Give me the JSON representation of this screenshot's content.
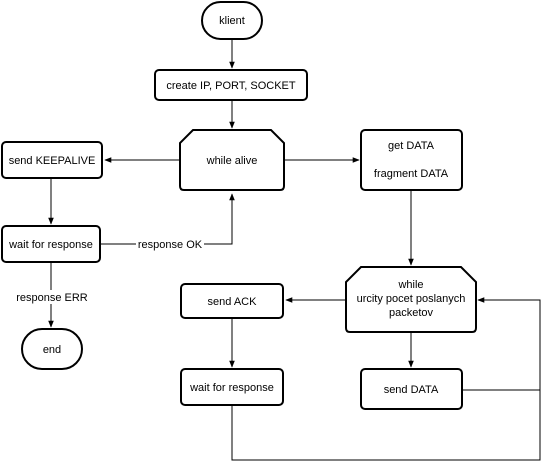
{
  "nodes": {
    "klient": "klient",
    "create_ip": "create IP, PORT, SOCKET",
    "while_alive": "while alive",
    "send_keepalive": "send KEEPALIVE",
    "get_data": "get DATA",
    "fragment_data": "fragment DATA",
    "wait_response_1": "wait for response",
    "end": "end",
    "while_packets_1": "while",
    "while_packets_2": "urcity pocet poslanych",
    "while_packets_3": "packetov",
    "send_ack": "send ACK",
    "wait_response_2": "wait for response",
    "send_data": "send DATA"
  },
  "edges": {
    "response_ok": "response OK",
    "response_err": "response ERR"
  }
}
